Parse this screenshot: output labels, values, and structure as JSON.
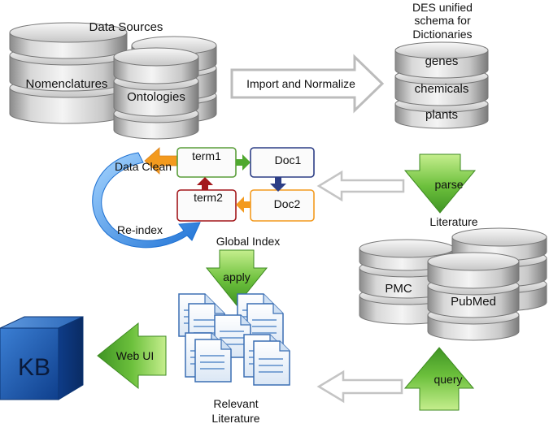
{
  "colors": {
    "cyl_light": "#f2f2f2",
    "cyl_mid": "#c4c4c4",
    "cyl_dark": "#7c7c7c",
    "green": "#4fa82f",
    "green_light": "#b6e67f",
    "outline_arrow": "#bcbcbc",
    "blue_arrow": "#2a88e4",
    "orange_arrow": "#f39a1e",
    "dark_red": "#a3171b",
    "navy": "#2d3e86",
    "kb_blue": "#1b5bb0"
  },
  "sources": {
    "title": "Data Sources",
    "nomenclatures": "Nomenclatures",
    "ontologies": "Ontologies"
  },
  "import_arrow": {
    "label": "Import and Normalize"
  },
  "des": {
    "title_line1": "DES unified",
    "title_line2": "schema for",
    "title_line3": "Dictionaries",
    "disks": [
      "genes",
      "chemicals",
      "plants"
    ]
  },
  "index": {
    "term1": "term1",
    "term2": "term2",
    "doc1": "Doc1",
    "doc2": "Doc2",
    "data_clean": "Data Clean",
    "reindex": "Re-index",
    "title": "Global Index"
  },
  "parse": {
    "label": "parse",
    "caption": "Literature"
  },
  "apply": {
    "label": "apply"
  },
  "literature_db": {
    "pmc": "PMC",
    "pubmed": "PubMed"
  },
  "query": {
    "label": "query"
  },
  "web_ui": {
    "label": "Web UI"
  },
  "kb": {
    "label": "KB"
  },
  "relevant": {
    "line1": "Relevant",
    "line2": "Literature"
  },
  "icons": [
    "database-icon",
    "document-icon",
    "cube-icon",
    "arrow-icon"
  ]
}
